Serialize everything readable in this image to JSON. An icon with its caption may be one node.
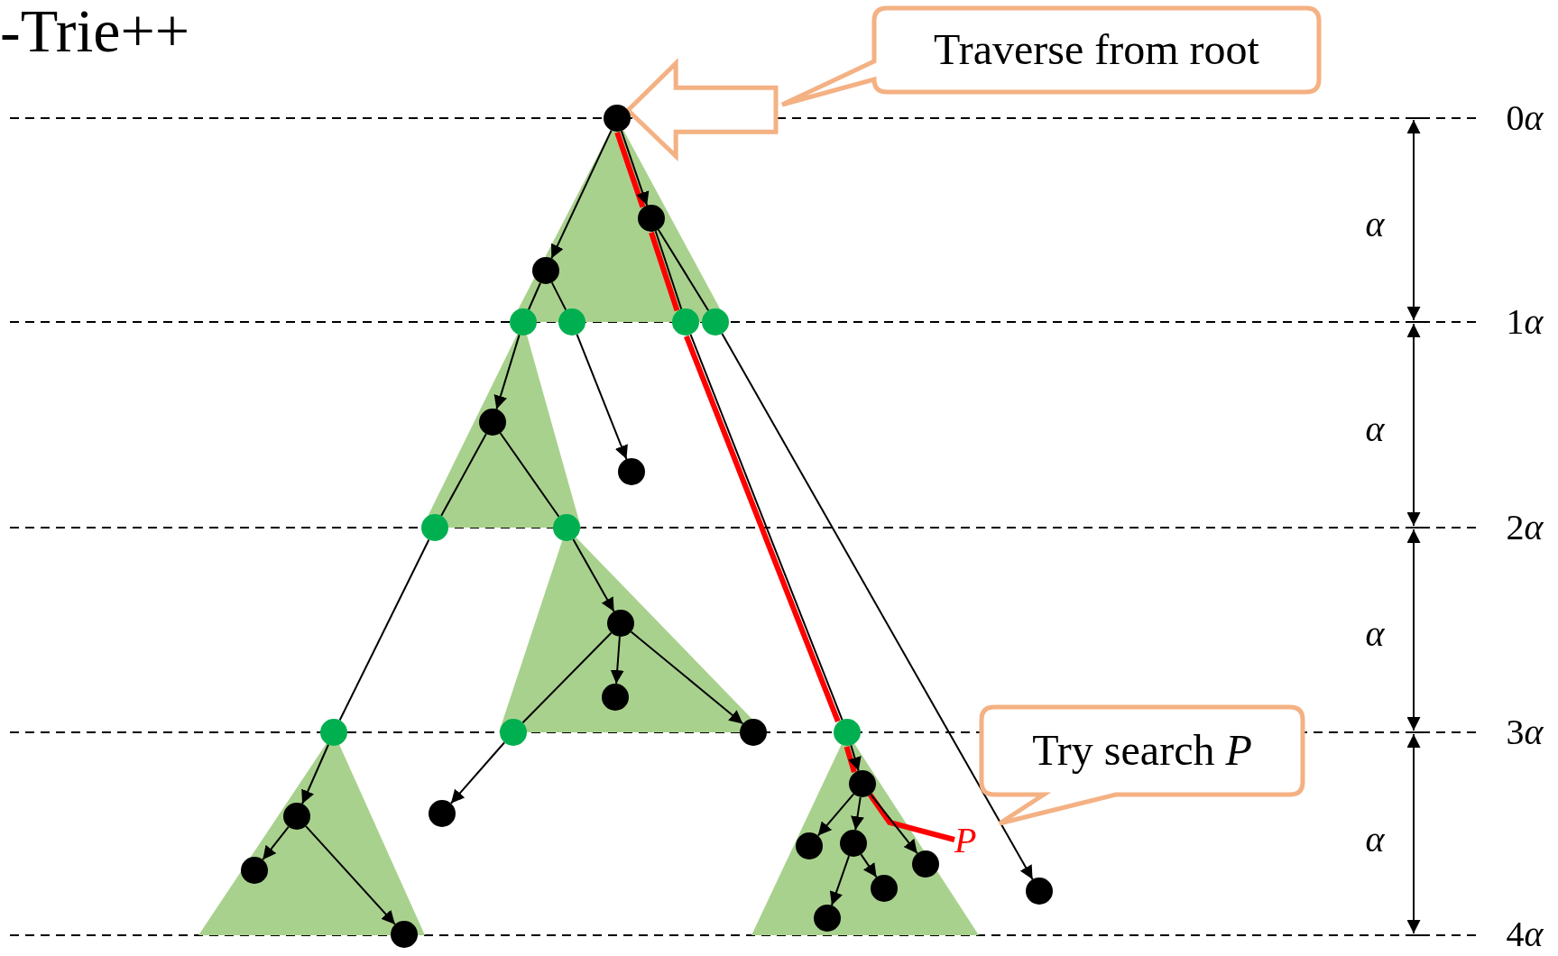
{
  "diagram": {
    "title": "-Trie++",
    "nodes": [
      {
        "text": [
          "Traverse from root"
        ]
      },
      {
        "text": [],
        "shape": "circle"
      },
      {
        "text": [],
        "shape": "circle"
      },
      {
        "text": [],
        "shape": "circle"
      },
      {
        "text": [],
        "shape": "circle"
      },
      {
        "text": [],
        "shape": "circle"
      },
      {
        "text": [],
        "shape": "circle"
      },
      {
        "text": [],
        "shape": "circle"
      },
      {
        "text": [],
        "shape": "circle"
      },
      {
        "text": [],
        "shape": "circle"
      },
      {
        "text": [],
        "shape": "circle"
      },
      {
        "text": [],
        "shape": "circle"
      },
      {
        "text": [],
        "shape": "circle"
      },
      {
        "text": [],
        "shape": "circle"
      },
      {
        "text": [
          "Try search *P*"
        ]
      },
      {
        "text": [],
        "shape": "circle"
      },
      {
        "text": [],
        "shape": "circle"
      },
      {
        "text": [],
        "shape": "circle"
      },
      {
        "text": [],
        "shape": "circle"
      },
      {
        "text": [],
        "shape": "circle"
      },
      {
        "text": [],
        "shape": "circle"
      },
      {
        "text": [],
        "shape": "circle"
      },
      {
        "text": [],
        "shape": "circle"
      },
      {
        "text": [],
        "shape": "circle"
      },
      {
        "text": [],
        "shape": "circle"
      },
      {
        "text": [],
        "shape": "circle"
      },
      {
        "text": [],
        "shape": "circle"
      },
      {
        "text": [],
        "shape": "circle"
      },
      {
        "text": [],
        "shape": "circle"
      },
      {
        "text": [],
        "shape": "circle"
      },
      {
        "text": [
          "P"
        ]
      }
    ],
    "edges": [
      {
        "from": 1,
        "to": 3,
        "arrow": "to"
      },
      {
        "from": 1,
        "to": 2,
        "arrow": "to"
      },
      {
        "from": 3,
        "to": 4,
        "arrow": "none"
      },
      {
        "from": 3,
        "to": 5,
        "arrow": "none"
      },
      {
        "from": 2,
        "to": 6,
        "arrow": "none"
      },
      {
        "from": 2,
        "to": 7,
        "arrow": "none"
      },
      {
        "from": 4,
        "to": 8,
        "arrow": "to"
      },
      {
        "from": 5,
        "to": 9,
        "arrow": "to"
      },
      {
        "from": 8,
        "to": 10,
        "arrow": "none"
      },
      {
        "from": 8,
        "to": 11,
        "arrow": "none"
      },
      {
        "from": 10,
        "to": 15,
        "arrow": "none"
      },
      {
        "from": 11,
        "to": 12,
        "arrow": "to"
      },
      {
        "from": 12,
        "to": 13,
        "arrow": "to"
      },
      {
        "from": 12,
        "to": 17,
        "arrow": "to"
      },
      {
        "from": 12,
        "to": 16,
        "arrow": "none"
      },
      {
        "from": 16,
        "to": 20,
        "arrow": "to"
      },
      {
        "from": 15,
        "to": 21,
        "arrow": "to"
      },
      {
        "from": 21,
        "to": 25,
        "arrow": "to"
      },
      {
        "from": 21,
        "to": 29,
        "arrow": "to"
      },
      {
        "from": 6,
        "to": 18,
        "arrow": "none"
      },
      {
        "from": 7,
        "to": 27,
        "arrow": "to"
      },
      {
        "from": 18,
        "to": 19,
        "arrow": "to"
      },
      {
        "from": 19,
        "to": 23,
        "arrow": "to"
      },
      {
        "from": 19,
        "to": 22,
        "arrow": "to"
      },
      {
        "from": 19,
        "to": 24,
        "arrow": "to"
      },
      {
        "from": 22,
        "to": 26,
        "arrow": "to"
      },
      {
        "from": 22,
        "to": 28,
        "arrow": "to"
      },
      {
        "from": 1,
        "to": 2,
        "arrow": "none",
        "style": "thick",
        "color": "#ff0000"
      },
      {
        "from": 0,
        "to": 1,
        "arrow": "to",
        "style": "thick",
        "color": "#f4b183"
      },
      {
        "from": 2,
        "to": 6,
        "arrow": "none",
        "style": "thick",
        "color": "#ff0000"
      },
      {
        "from": 6,
        "to": 18,
        "arrow": "none",
        "style": "thick",
        "color": "#ff0000"
      },
      {
        "from": 18,
        "to": 19,
        "arrow": "none",
        "style": "thick",
        "color": "#ff0000"
      },
      {
        "from": 19,
        "to": 30,
        "arrow": "none",
        "style": "thick",
        "color": "#ff0000"
      }
    ],
    "labels": [
      "0α",
      "α",
      "1α",
      "α",
      "2α",
      "α",
      "3α",
      "α",
      "4α"
    ]
  }
}
